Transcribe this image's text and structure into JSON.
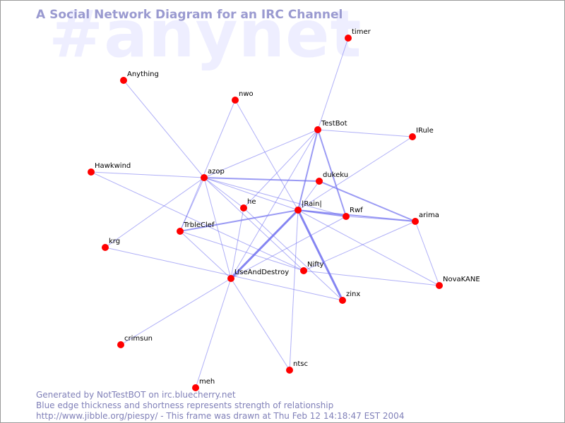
{
  "watermark": "#anynet",
  "title": "A Social Network Diagram for an IRC Channel",
  "footer": {
    "line1": "Generated by NotTestBOT on irc.bluecherry.net",
    "line2": "Blue edge thickness and shortness represents strength of relationship",
    "line3": "http://www.jibble.org/piespy/ - This frame was drawn at Thu Feb 12 14:18:47 EST 2004"
  },
  "colors": {
    "node": "#ff0000",
    "edge": "#7070f0",
    "title": "#9a9ad0",
    "watermark": "#eeeeff",
    "footer": "#8080b8"
  },
  "nodes": [
    {
      "id": "timer"
    },
    {
      "id": "Anything"
    },
    {
      "id": "nwo"
    },
    {
      "id": "TestBot"
    },
    {
      "id": "IRule"
    },
    {
      "id": "Hawkwind"
    },
    {
      "id": "azop"
    },
    {
      "id": "dukeku"
    },
    {
      "id": "he"
    },
    {
      "id": "|Rain|"
    },
    {
      "id": "Rwf"
    },
    {
      "id": "arima"
    },
    {
      "id": "TrbleClef"
    },
    {
      "id": "krg"
    },
    {
      "id": "Nifty"
    },
    {
      "id": "UseAndDestroy"
    },
    {
      "id": "NovaKANE"
    },
    {
      "id": "zinx"
    },
    {
      "id": "crimsun"
    },
    {
      "id": "ntsc"
    },
    {
      "id": "meh"
    }
  ],
  "edges": [
    {
      "source": "timer",
      "target": "TestBot",
      "weight": 1
    },
    {
      "source": "Anything",
      "target": "azop",
      "weight": 1
    },
    {
      "source": "nwo",
      "target": "|Rain|",
      "weight": 1
    },
    {
      "source": "nwo",
      "target": "TrbleClef",
      "weight": 1
    },
    {
      "source": "TestBot",
      "target": "IRule",
      "weight": 1
    },
    {
      "source": "TestBot",
      "target": "|Rain|",
      "weight": 2
    },
    {
      "source": "TestBot",
      "target": "Rwf",
      "weight": 2
    },
    {
      "source": "TestBot",
      "target": "he",
      "weight": 1
    },
    {
      "source": "TestBot",
      "target": "UseAndDestroy",
      "weight": 1
    },
    {
      "source": "TestBot",
      "target": "azop",
      "weight": 1
    },
    {
      "source": "IRule",
      "target": "|Rain|",
      "weight": 1
    },
    {
      "source": "Hawkwind",
      "target": "azop",
      "weight": 1
    },
    {
      "source": "Hawkwind",
      "target": "Nifty",
      "weight": 1
    },
    {
      "source": "azop",
      "target": "dukeku",
      "weight": 2
    },
    {
      "source": "azop",
      "target": "he",
      "weight": 1
    },
    {
      "source": "azop",
      "target": "|Rain|",
      "weight": 1
    },
    {
      "source": "azop",
      "target": "Rwf",
      "weight": 1
    },
    {
      "source": "azop",
      "target": "TrbleClef",
      "weight": 1
    },
    {
      "source": "azop",
      "target": "krg",
      "weight": 1
    },
    {
      "source": "azop",
      "target": "Nifty",
      "weight": 1
    },
    {
      "source": "azop",
      "target": "UseAndDestroy",
      "weight": 1
    },
    {
      "source": "dukeku",
      "target": "arima",
      "weight": 2
    },
    {
      "source": "dukeku",
      "target": "|Rain|",
      "weight": 1
    },
    {
      "source": "he",
      "target": "UseAndDestroy",
      "weight": 1
    },
    {
      "source": "he",
      "target": "zinx",
      "weight": 1
    },
    {
      "source": "|Rain|",
      "target": "Rwf",
      "weight": 2
    },
    {
      "source": "|Rain|",
      "target": "arima",
      "weight": 2
    },
    {
      "source": "|Rain|",
      "target": "TrbleClef",
      "weight": 2
    },
    {
      "source": "|Rain|",
      "target": "UseAndDestroy",
      "weight": 3
    },
    {
      "source": "|Rain|",
      "target": "zinx",
      "weight": 3
    },
    {
      "source": "|Rain|",
      "target": "ntsc",
      "weight": 1
    },
    {
      "source": "|Rain|",
      "target": "NovaKANE",
      "weight": 1
    },
    {
      "source": "Rwf",
      "target": "arima",
      "weight": 1
    },
    {
      "source": "Rwf",
      "target": "UseAndDestroy",
      "weight": 1
    },
    {
      "source": "arima",
      "target": "NovaKANE",
      "weight": 1
    },
    {
      "source": "arima",
      "target": "Nifty",
      "weight": 1
    },
    {
      "source": "TrbleClef",
      "target": "UseAndDestroy",
      "weight": 1
    },
    {
      "source": "TrbleClef",
      "target": "Nifty",
      "weight": 1
    },
    {
      "source": "krg",
      "target": "zinx",
      "weight": 1
    },
    {
      "source": "Nifty",
      "target": "NovaKANE",
      "weight": 1
    },
    {
      "source": "UseAndDestroy",
      "target": "crimsun",
      "weight": 1
    },
    {
      "source": "UseAndDestroy",
      "target": "meh",
      "weight": 1
    },
    {
      "source": "UseAndDestroy",
      "target": "ntsc",
      "weight": 1
    }
  ]
}
